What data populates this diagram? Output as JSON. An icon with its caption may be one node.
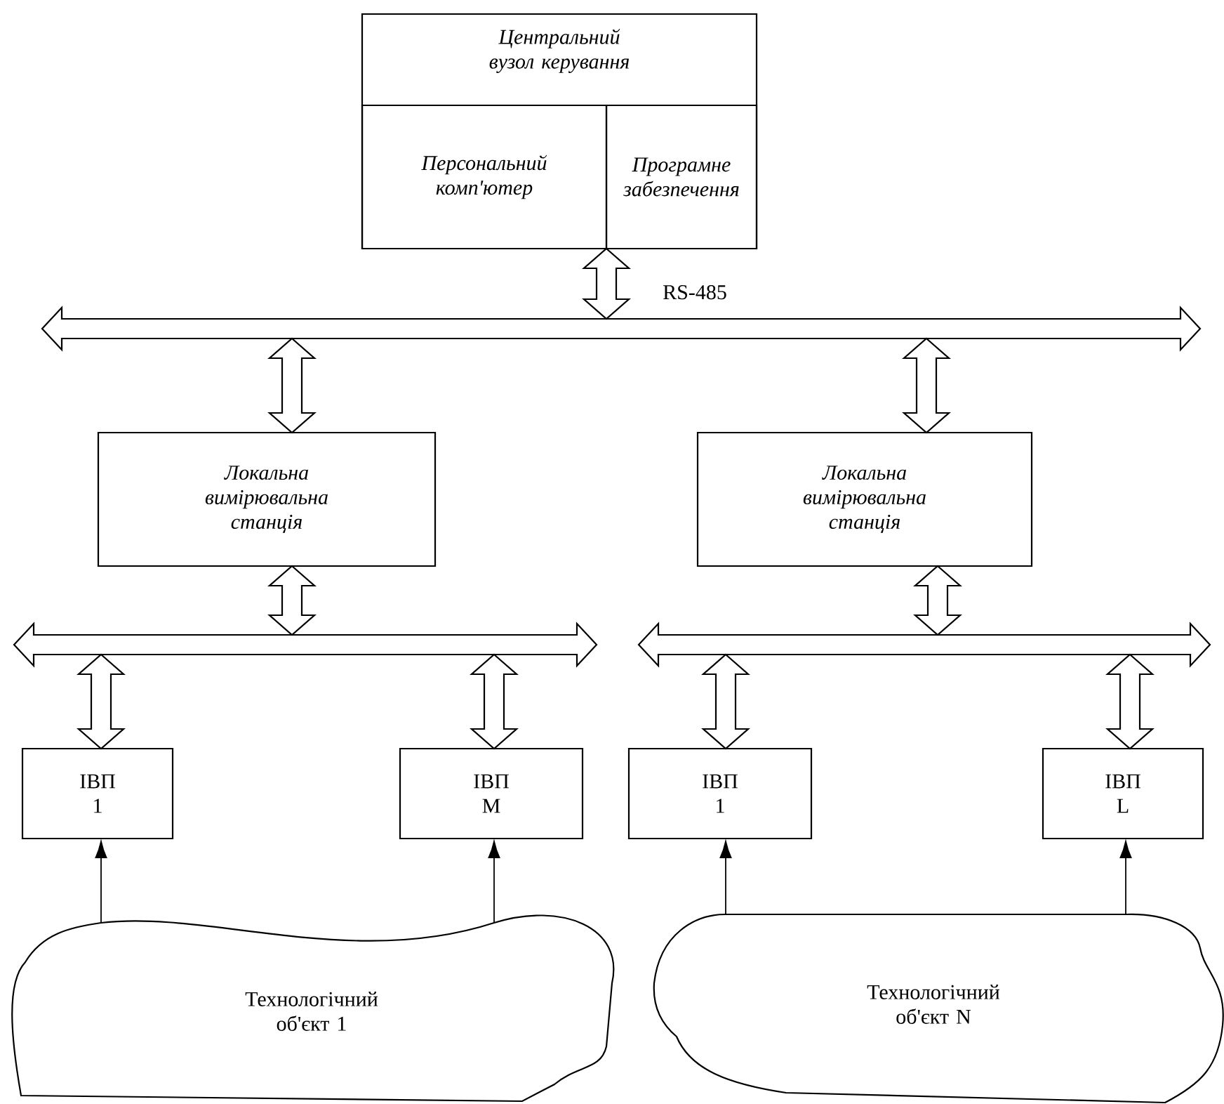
{
  "diagram": {
    "nodes": [
      {
        "text": [
          "Центральний вузол керування"
        ]
      },
      {
        "text": [
          "Персональний комп'ютер"
        ],
        "in": 0
      },
      {
        "text": [
          "Програмне забезпечення"
        ],
        "in": 0
      },
      {
        "text": [],
        "shape": "bar",
        "beside": [
          "RS-485"
        ]
      },
      {
        "text": [
          "Локальна вимірювальна станція"
        ]
      },
      {
        "text": [
          "Локальна вимірювальна станція"
        ]
      },
      {
        "text": [],
        "shape": "bar"
      },
      {
        "text": [],
        "shape": "bar"
      },
      {
        "text": [
          "ІВП 1"
        ]
      },
      {
        "text": [
          "ІВП M"
        ]
      },
      {
        "text": [
          "ІВП 1"
        ]
      },
      {
        "text": [
          "ІВП L"
        ]
      },
      {
        "text": [
          "Технологічний об'єкт 1"
        ]
      },
      {
        "text": [
          "Технологічний об'єкт N"
        ]
      }
    ],
    "edges": [
      {
        "from": 0,
        "to": 3,
        "arrow": "both"
      },
      {
        "from": 3,
        "to": 4,
        "arrow": "both"
      },
      {
        "from": 3,
        "to": 5,
        "arrow": "both"
      },
      {
        "from": 4,
        "to": 6,
        "arrow": "both"
      },
      {
        "from": 5,
        "to": 7,
        "arrow": "both"
      },
      {
        "from": 6,
        "to": 8,
        "arrow": "both"
      },
      {
        "from": 6,
        "to": 9,
        "arrow": "both"
      },
      {
        "from": 7,
        "to": 10,
        "arrow": "both"
      },
      {
        "from": 7,
        "to": 11,
        "arrow": "both"
      },
      {
        "from": 12,
        "to": 8,
        "arrow": "to"
      },
      {
        "from": 12,
        "to": 9,
        "arrow": "to"
      },
      {
        "from": 13,
        "to": 10,
        "arrow": "to"
      },
      {
        "from": 13,
        "to": 11,
        "arrow": "to"
      }
    ]
  }
}
